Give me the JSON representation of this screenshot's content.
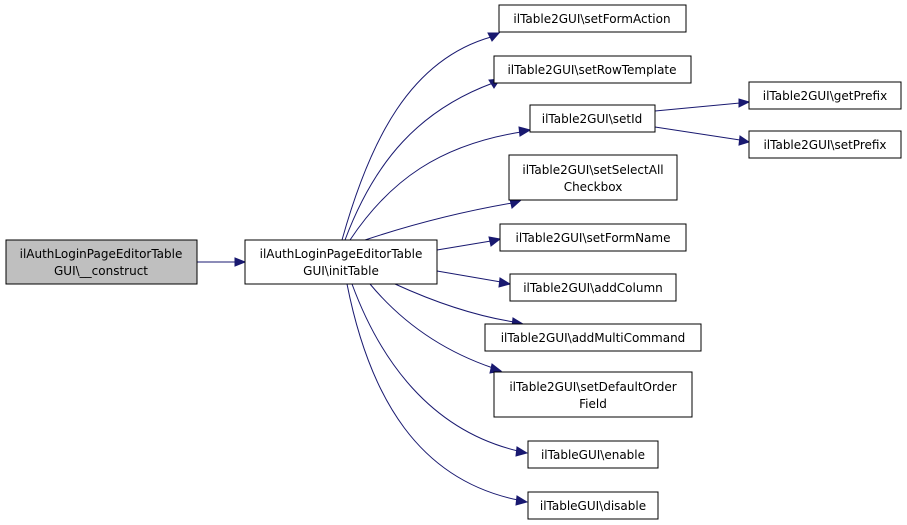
{
  "diagram": {
    "nodes": {
      "construct": {
        "lines": [
          "ilAuthLoginPageEditorTable",
          "GUI\\__construct"
        ],
        "highlighted": true
      },
      "initTable": {
        "lines": [
          "ilAuthLoginPageEditorTable",
          "GUI\\initTable"
        ]
      },
      "setFormAction": {
        "lines": [
          "ilTable2GUI\\setFormAction"
        ]
      },
      "setRowTemplate": {
        "lines": [
          "ilTable2GUI\\setRowTemplate"
        ]
      },
      "setId": {
        "lines": [
          "ilTable2GUI\\setId"
        ]
      },
      "getPrefix": {
        "lines": [
          "ilTable2GUI\\getPrefix"
        ]
      },
      "setPrefix": {
        "lines": [
          "ilTable2GUI\\setPrefix"
        ]
      },
      "setSelectAllCheckbox": {
        "lines": [
          "ilTable2GUI\\setSelectAll",
          "Checkbox"
        ]
      },
      "setFormName": {
        "lines": [
          "ilTable2GUI\\setFormName"
        ]
      },
      "addColumn": {
        "lines": [
          "ilTable2GUI\\addColumn"
        ]
      },
      "addMultiCommand": {
        "lines": [
          "ilTable2GUI\\addMultiCommand"
        ]
      },
      "setDefaultOrderField": {
        "lines": [
          "ilTable2GUI\\setDefaultOrder",
          "Field"
        ]
      },
      "enable": {
        "lines": [
          "ilTableGUI\\enable"
        ]
      },
      "disable": {
        "lines": [
          "ilTableGUI\\disable"
        ]
      }
    },
    "edges": [
      [
        "construct",
        "initTable"
      ],
      [
        "initTable",
        "setFormAction"
      ],
      [
        "initTable",
        "setRowTemplate"
      ],
      [
        "initTable",
        "setId"
      ],
      [
        "initTable",
        "setSelectAllCheckbox"
      ],
      [
        "initTable",
        "setFormName"
      ],
      [
        "initTable",
        "addColumn"
      ],
      [
        "initTable",
        "addMultiCommand"
      ],
      [
        "initTable",
        "setDefaultOrderField"
      ],
      [
        "initTable",
        "enable"
      ],
      [
        "initTable",
        "disable"
      ],
      [
        "setId",
        "getPrefix"
      ],
      [
        "setId",
        "setPrefix"
      ]
    ],
    "colors": {
      "edge": "#191970",
      "highlight_fill": "#bfbfbf",
      "node_fill": "#ffffff",
      "node_border": "#000000"
    }
  }
}
